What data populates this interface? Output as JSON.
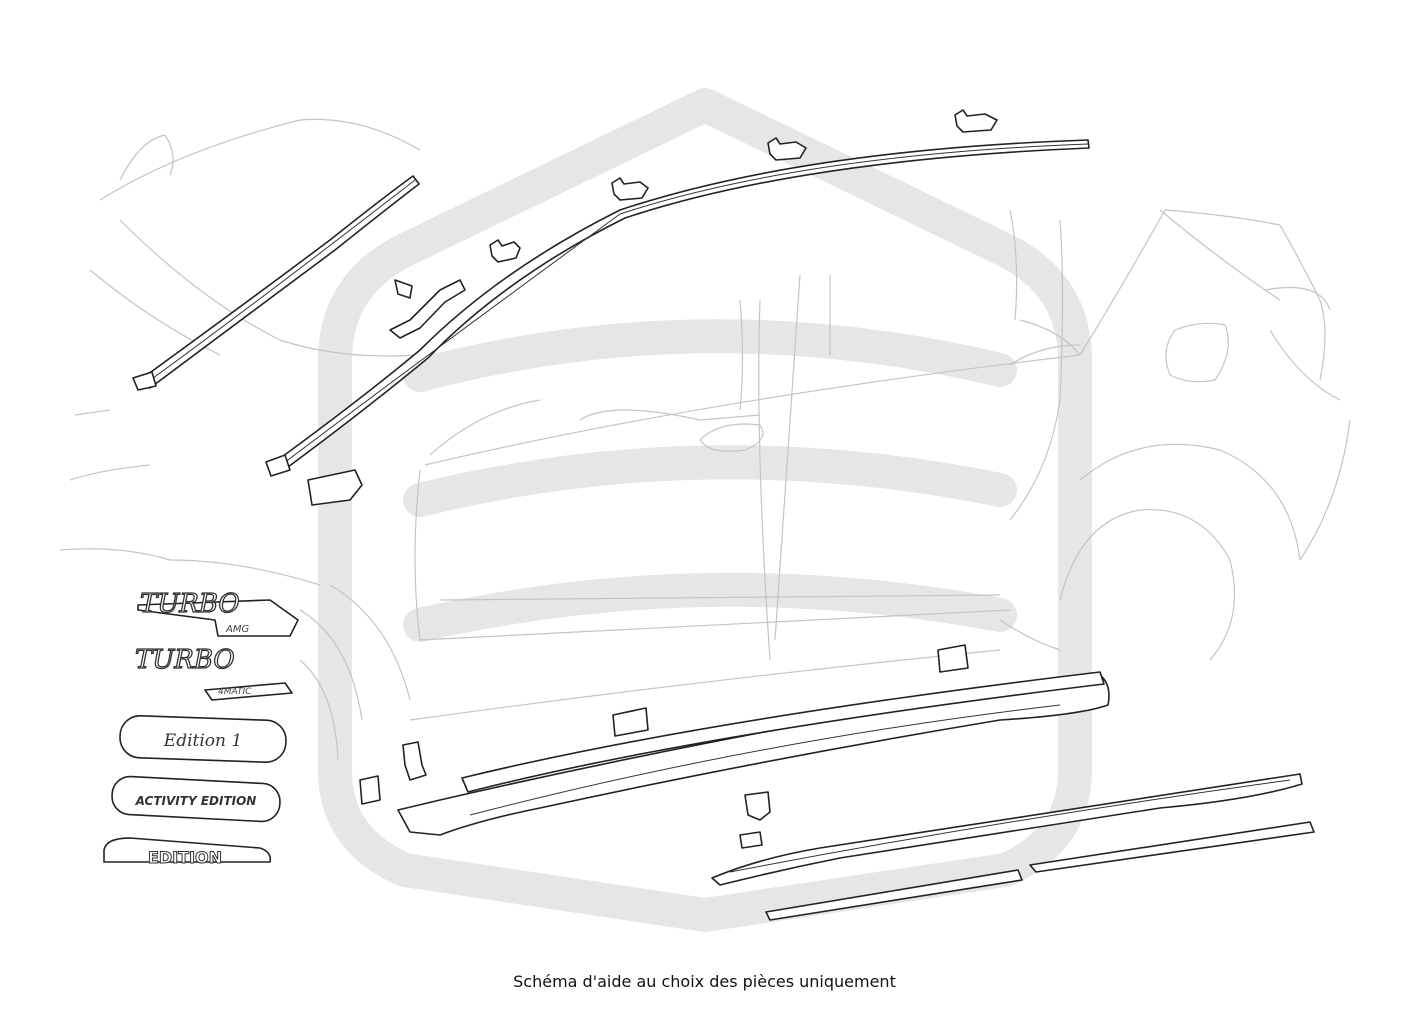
{
  "caption": "Schéma d'aide au choix des pièces uniquement",
  "badges": {
    "turbo_amg_main": "TURBO",
    "turbo_amg_sub": "AMG",
    "turbo_4matic_main": "TURBO",
    "turbo_4matic_sub": "4MATIC",
    "edition1": "Edition 1",
    "activity": "ACTIVITY EDITION",
    "edition": "EDITION"
  },
  "icons": {
    "watermark": "logo-watermark",
    "car_outline": "car-outline"
  }
}
